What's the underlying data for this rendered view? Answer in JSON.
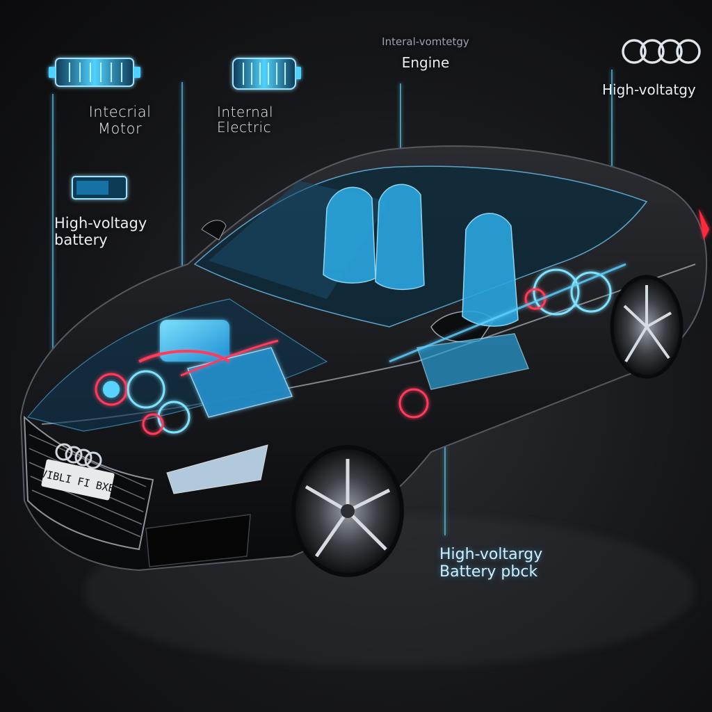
{
  "labels": {
    "internal_motor_line1": "Intecrial",
    "internal_motor_line2": "Motor",
    "internal_electric_line1": "Internal",
    "internal_electric_line2": "Electric",
    "battery_left_line1": "High-voltagy",
    "battery_left_line2": "battery",
    "engine_line1": "Interal-vomtetgy",
    "engine_line2": "Engine",
    "hv_right": "High-voltatgy",
    "battery_pack_line1": "High-voltargy",
    "battery_pack_line2": "Battery pbck",
    "plate": "VIBLI FI BXB"
  },
  "colors": {
    "glow": "#3fc4ff",
    "body": "#141518",
    "accent_red": "#ff3a5c",
    "leader": "#5fd0ff"
  },
  "icons": [
    "battery-cell-icon",
    "battery-cell-icon",
    "battery-module-icon",
    "audi-rings-logo"
  ]
}
